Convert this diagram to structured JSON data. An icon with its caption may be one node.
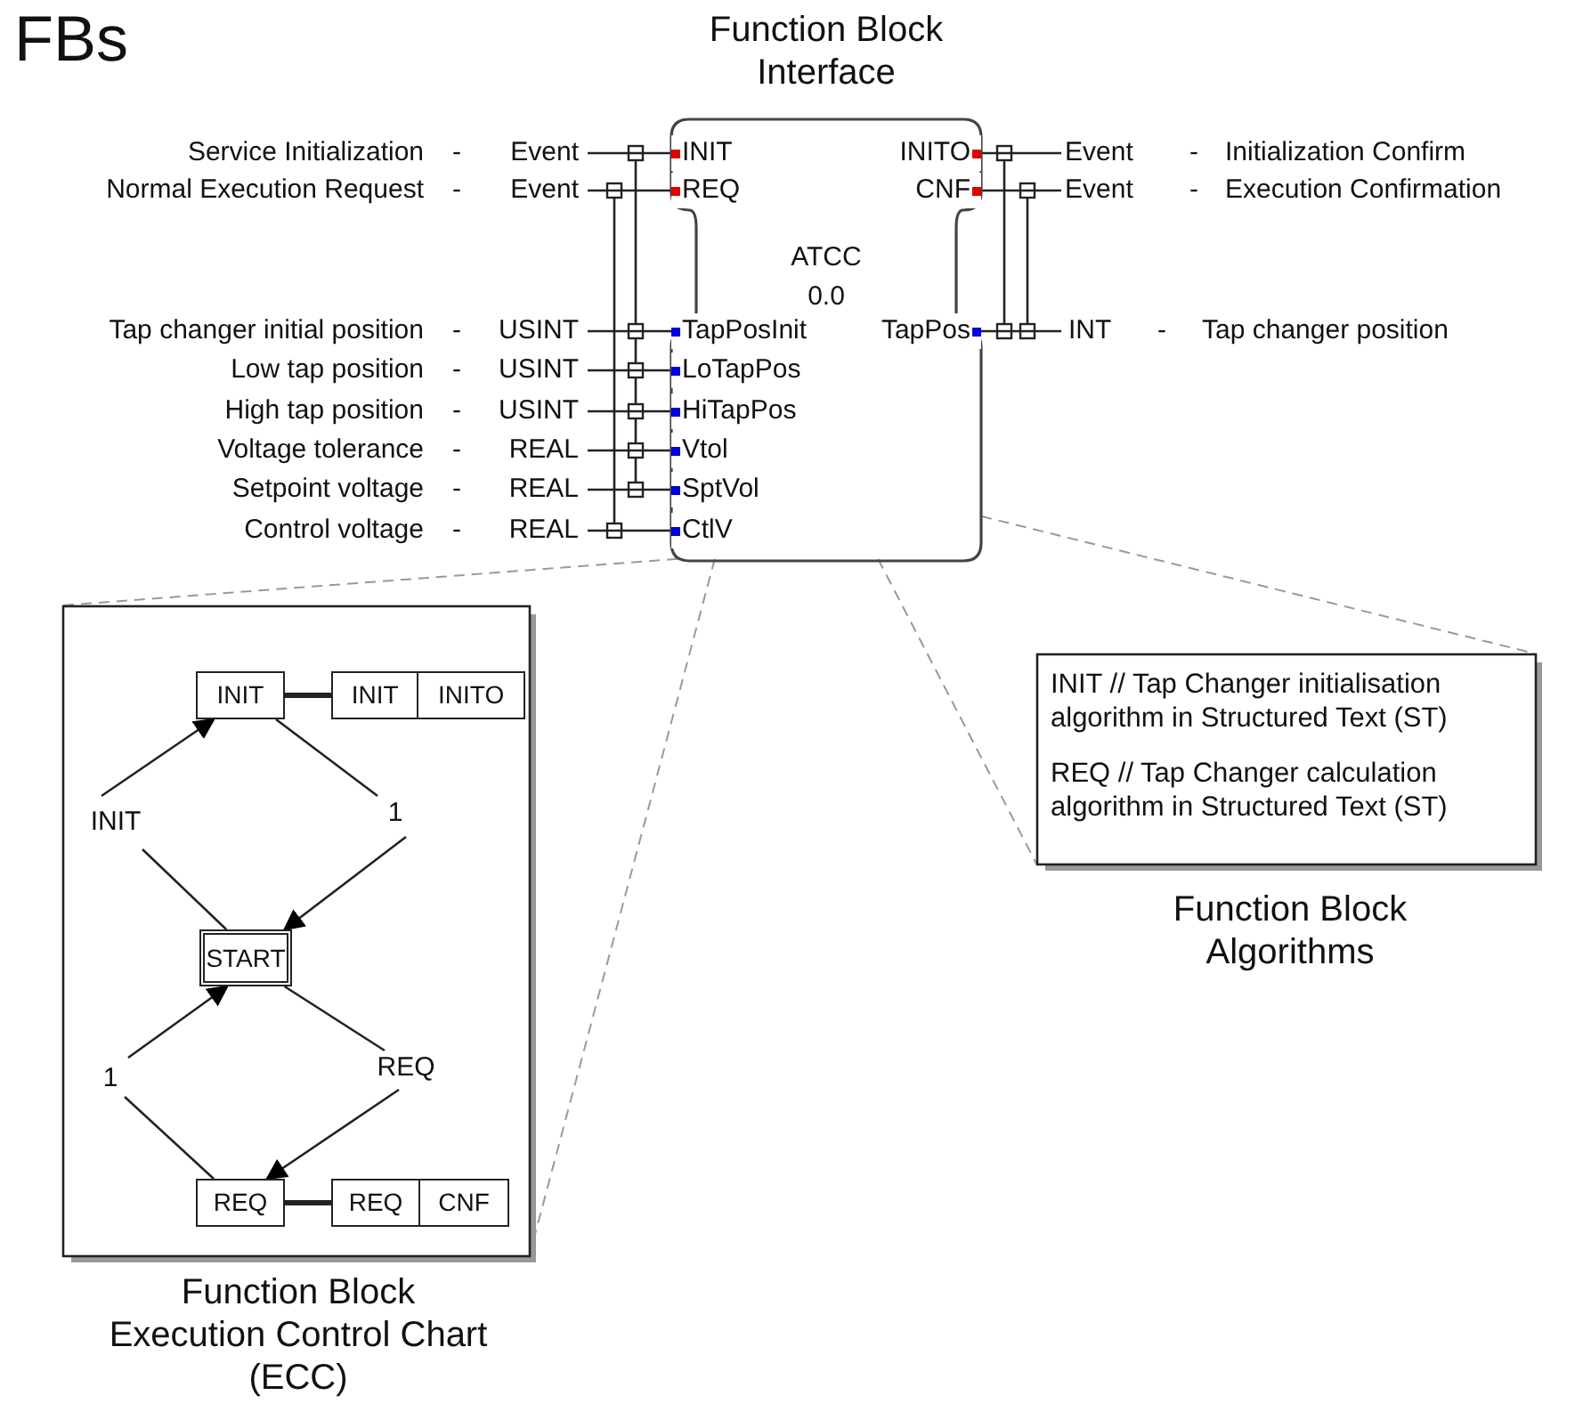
{
  "diagram": {
    "title": "FBs",
    "nodes": [
      {
        "text": [
          "Function Block Interface",
          "ATCC 0.0"
        ]
      },
      {
        "text": [
          "INIT"
        ],
        "in": 0
      },
      {
        "text": [
          "REQ"
        ],
        "in": 0
      },
      {
        "text": [
          "INITO"
        ],
        "in": 0
      },
      {
        "text": [
          "CNF"
        ],
        "in": 0
      },
      {
        "text": [
          "TapPosInit"
        ],
        "in": 0
      },
      {
        "text": [
          "LoTapPos"
        ],
        "in": 0
      },
      {
        "text": [
          "HiTapPos"
        ],
        "in": 0
      },
      {
        "text": [
          "Vtol"
        ],
        "in": 0
      },
      {
        "text": [
          "SptVol"
        ],
        "in": 0
      },
      {
        "text": [
          "CtlV"
        ],
        "in": 0
      },
      {
        "text": [
          "TapPos"
        ],
        "in": 0
      },
      {
        "text": [
          "Service Initialization",
          "-",
          "Event"
        ]
      },
      {
        "text": [
          "Normal Execution Request",
          "-",
          "Event"
        ]
      },
      {
        "text": [
          "Event",
          "-",
          "Initialization Confirm"
        ]
      },
      {
        "text": [
          "Event",
          "-",
          "Execution Confirmation"
        ]
      },
      {
        "text": [
          "Tap changer initial position",
          "-",
          "USINT"
        ]
      },
      {
        "text": [
          "Low tap position",
          "-",
          "USINT"
        ]
      },
      {
        "text": [
          "High tap position",
          "-",
          "USINT"
        ]
      },
      {
        "text": [
          "Voltage tolerance",
          "-",
          "REAL"
        ]
      },
      {
        "text": [
          "Setpoint voltage",
          "-",
          "REAL"
        ]
      },
      {
        "text": [
          "Control voltage",
          "-",
          "REAL"
        ]
      },
      {
        "text": [
          "INT",
          "-",
          "Tap changer position"
        ]
      },
      {
        "text": [
          "Function Block Execution Control Chart (ECC)"
        ]
      },
      {
        "text": [
          "INIT"
        ],
        "in": 23
      },
      {
        "text": [
          "INIT",
          "INITO"
        ],
        "in": 23
      },
      {
        "text": [
          "START"
        ],
        "in": 23
      },
      {
        "text": [
          "REQ"
        ],
        "in": 23
      },
      {
        "text": [
          "REQ",
          "CNF"
        ],
        "in": 23
      },
      {
        "text": [
          "INIT // Tap Changer initialisation algorithm in Structured Text (ST)",
          "REQ // Tap Changer calculation algorithm in Structured Text (ST)",
          "Function Block Algorithms"
        ]
      }
    ],
    "edges": [
      {
        "from": 12,
        "to": 1,
        "arrow": "none"
      },
      {
        "from": 13,
        "to": 2,
        "arrow": "none"
      },
      {
        "from": 3,
        "to": 14,
        "arrow": "none"
      },
      {
        "from": 4,
        "to": 15,
        "arrow": "none"
      },
      {
        "from": 16,
        "to": 5,
        "arrow": "none"
      },
      {
        "from": 17,
        "to": 6,
        "arrow": "none"
      },
      {
        "from": 18,
        "to": 7,
        "arrow": "none"
      },
      {
        "from": 19,
        "to": 8,
        "arrow": "none"
      },
      {
        "from": 20,
        "to": 9,
        "arrow": "none"
      },
      {
        "from": 21,
        "to": 10,
        "arrow": "none"
      },
      {
        "from": 11,
        "to": 22,
        "arrow": "none"
      },
      {
        "from": 26,
        "to": 24,
        "arrow": "to",
        "label": "INIT"
      },
      {
        "from": 24,
        "to": 26,
        "arrow": "to",
        "label": "1"
      },
      {
        "from": 26,
        "to": 27,
        "arrow": "to",
        "label": "REQ"
      },
      {
        "from": 27,
        "to": 26,
        "arrow": "to",
        "label": "1"
      },
      {
        "from": 24,
        "to": 25,
        "arrow": "none",
        "style": "thick"
      },
      {
        "from": 27,
        "to": 28,
        "arrow": "none",
        "style": "thick"
      },
      {
        "from": 0,
        "to": 23,
        "arrow": "none",
        "style": "dashed",
        "color": "#999999"
      },
      {
        "from": 0,
        "to": 23,
        "arrow": "none",
        "style": "dashed",
        "color": "#999999"
      },
      {
        "from": 0,
        "to": 29,
        "arrow": "none",
        "style": "dashed",
        "color": "#999999"
      },
      {
        "from": 0,
        "to": 29,
        "arrow": "none",
        "style": "dashed",
        "color": "#999999"
      }
    ]
  }
}
